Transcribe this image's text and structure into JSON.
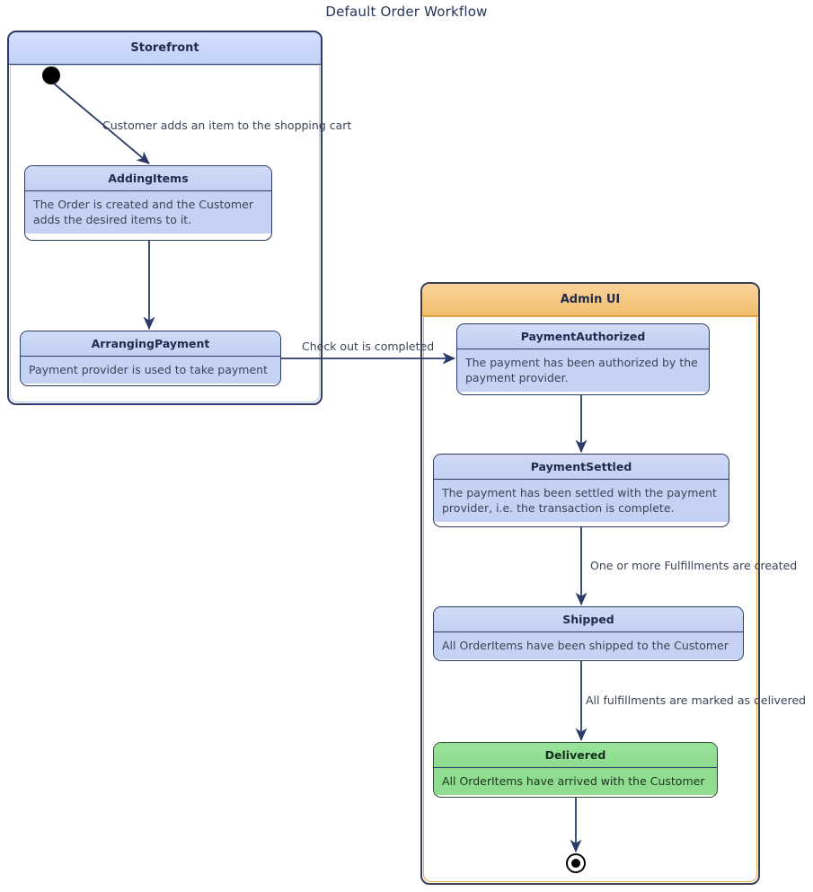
{
  "diagram": {
    "title": "Default Order Workflow",
    "type": "uml-state-machine",
    "colors": {
      "state_fill_blue": "#c6d2f3",
      "state_fill_green": "#90dd91",
      "state_border": "#2b3a67",
      "storefront_header": "#c3d1f7",
      "admin_header": "#f3bf6d",
      "admin_border": "#e8a84b",
      "edge": "#2b3a67",
      "title_color": "#26335c",
      "text_color": "#3b4356"
    }
  },
  "regions": [
    {
      "id": "storefront",
      "label": "Storefront",
      "accent": "#c3d1f7"
    },
    {
      "id": "admin-ui",
      "label": "Admin UI",
      "accent": "#f3bf6d"
    }
  ],
  "pseudostates": [
    {
      "id": "initial",
      "kind": "initial",
      "region": "storefront"
    },
    {
      "id": "final",
      "kind": "final",
      "region": "admin-ui"
    }
  ],
  "states": [
    {
      "id": "adding-items",
      "name": "AddingItems",
      "description": "The Order is created and the Customer adds the desired items to it.",
      "region": "storefront",
      "fill": "blue"
    },
    {
      "id": "arranging-payment",
      "name": "ArrangingPayment",
      "description": "Payment provider is used to take payment",
      "region": "storefront",
      "fill": "blue"
    },
    {
      "id": "payment-authorized",
      "name": "PaymentAuthorized",
      "description": "The payment has been authorized by the payment provider.",
      "region": "admin-ui",
      "fill": "blue"
    },
    {
      "id": "payment-settled",
      "name": "PaymentSettled",
      "description": "The payment has been settled with the payment provider, i.e. the transaction is complete.",
      "region": "admin-ui",
      "fill": "blue"
    },
    {
      "id": "shipped",
      "name": "Shipped",
      "description": "All OrderItems have been shipped to the Customer",
      "region": "admin-ui",
      "fill": "blue"
    },
    {
      "id": "delivered",
      "name": "Delivered",
      "description": "All OrderItems have arrived with the Customer",
      "region": "admin-ui",
      "fill": "green"
    }
  ],
  "transitions": [
    {
      "id": "t1",
      "from": "initial",
      "to": "adding-items",
      "label": "Customer adds an item to the shopping cart"
    },
    {
      "id": "t2",
      "from": "adding-items",
      "to": "arranging-payment",
      "label": ""
    },
    {
      "id": "t3",
      "from": "arranging-payment",
      "to": "payment-authorized",
      "label": "Check out is completed"
    },
    {
      "id": "t4",
      "from": "payment-authorized",
      "to": "payment-settled",
      "label": ""
    },
    {
      "id": "t5",
      "from": "payment-settled",
      "to": "shipped",
      "label": "One or more Fulfillments are created"
    },
    {
      "id": "t6",
      "from": "shipped",
      "to": "delivered",
      "label": "All fulfillments are marked as delivered"
    },
    {
      "id": "t7",
      "from": "delivered",
      "to": "final",
      "label": ""
    }
  ]
}
